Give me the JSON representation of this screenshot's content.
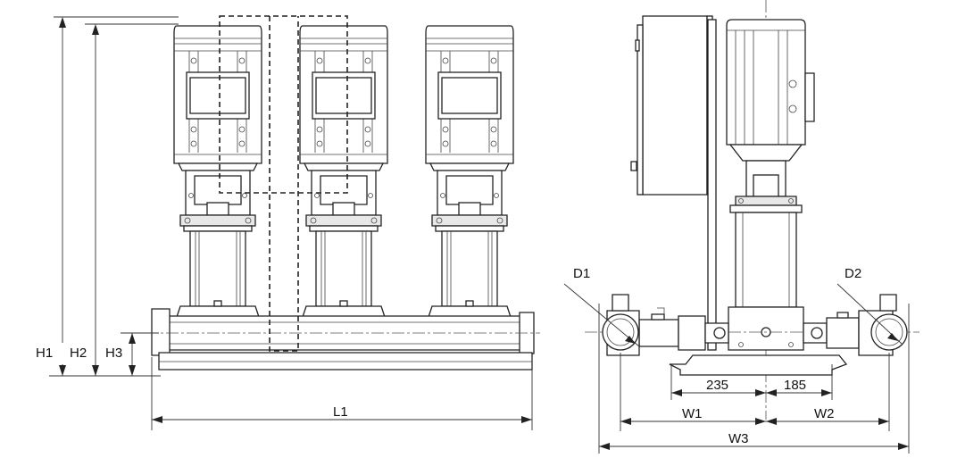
{
  "labels": {
    "h1": "H1",
    "h2": "H2",
    "h3": "H3",
    "l1": "L1",
    "d1": "D1",
    "d2": "D2",
    "dim_235": "235",
    "dim_185": "185",
    "w1": "W1",
    "w2": "W2",
    "w3": "W3"
  }
}
